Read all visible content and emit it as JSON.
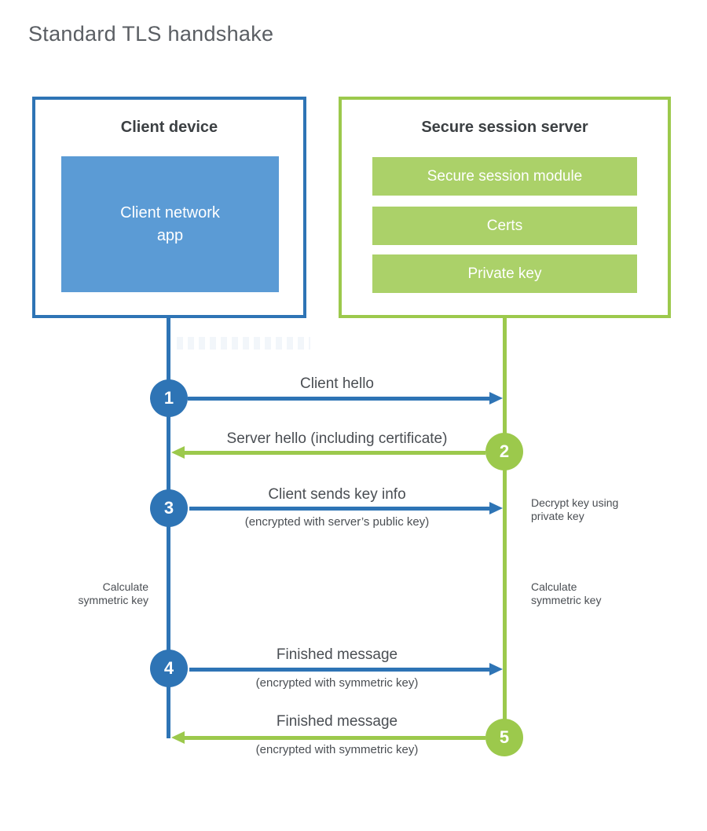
{
  "title": "Standard TLS handshake",
  "colors": {
    "blue": "#2e74b5",
    "blue_fill": "#5b9bd5",
    "green": "#9cc94c",
    "green_fill": "#abd169",
    "heading_text": "#3c4043",
    "label_text": "#4a4e53",
    "title_text": "#5a5e63"
  },
  "client": {
    "title": "Client device",
    "app_line1": "Client network",
    "app_line2": "app"
  },
  "server": {
    "title": "Secure session server",
    "modules": [
      "Secure session module",
      "Certs",
      "Private key"
    ]
  },
  "steps": [
    {
      "num": "1",
      "label": "Client hello",
      "sub": "",
      "direction": "client-to-server"
    },
    {
      "num": "2",
      "label": "Server hello (including certificate)",
      "sub": "",
      "direction": "server-to-client"
    },
    {
      "num": "3",
      "label": "Client sends key info",
      "sub": "(encrypted with server’s public key)",
      "direction": "client-to-server"
    },
    {
      "num": "4",
      "label": "Finished message",
      "sub": "(encrypted with symmetric key)",
      "direction": "client-to-server"
    },
    {
      "num": "5",
      "label": "Finished message",
      "sub": "(encrypted with symmetric key)",
      "direction": "server-to-client"
    }
  ],
  "notes": {
    "decrypt_line1": "Decrypt key using",
    "decrypt_line2": "private key",
    "calc_left_line1": "Calculate",
    "calc_left_line2": "symmetric key",
    "calc_right_line1": "Calculate",
    "calc_right_line2": "symmetric key"
  }
}
